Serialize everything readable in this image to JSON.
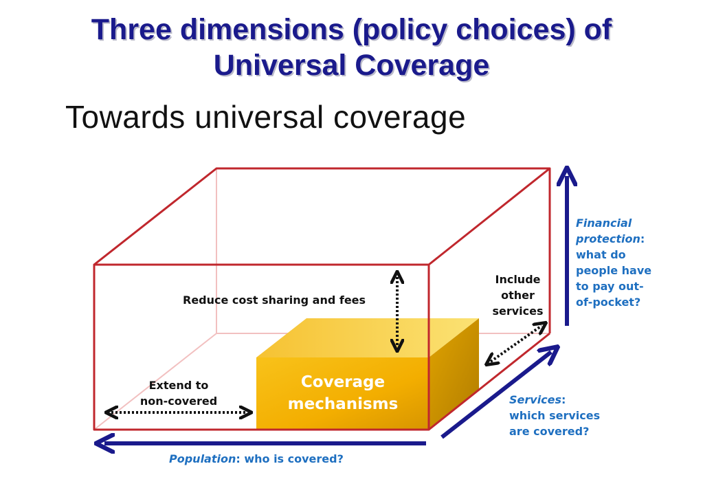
{
  "title": {
    "line1": "Three dimensions (policy choices) of",
    "line2": "Universal Coverage"
  },
  "subtitle": "Towards universal coverage",
  "labels": {
    "reduce": "Reduce cost sharing and fees",
    "include_1": "Include",
    "include_2": "other",
    "include_3": "services",
    "extend_1": "Extend to",
    "extend_2": "non-covered",
    "coverage_1": "Coverage",
    "coverage_2": "mechanisms",
    "financial_term": "Financial",
    "financial_term2": "protection",
    "financial_colon": ":",
    "financial_q1": "what do",
    "financial_q2": "people have",
    "financial_q3": "to pay out-",
    "financial_q4": "of-pocket?",
    "services_term": "Services",
    "services_colon": ":",
    "services_q1": "which services",
    "services_q2": "are covered?",
    "population_term": "Population",
    "population_rest": ": who is covered?"
  },
  "colors": {
    "box_edge": "#c0272d",
    "box_hidden_edge": "#f2c0c0",
    "axis_arrow": "#1a1a8c",
    "axis_label": "#1e6fc0",
    "title": "#1a1a8c",
    "cube_front": "#f5b800",
    "cube_side": "#c99200",
    "cube_top": "#f7cc3a"
  }
}
